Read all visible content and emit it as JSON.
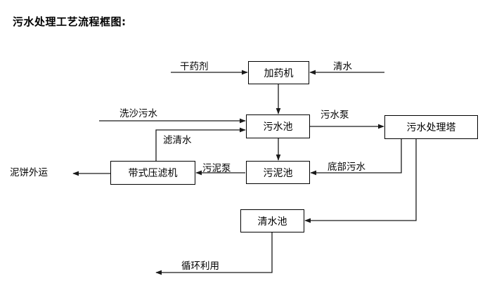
{
  "document": {
    "title": "污水处理工艺流程框图:"
  },
  "nodes": [
    {
      "id": "dosing-machine",
      "label": "加药机"
    },
    {
      "id": "sewage-pool",
      "label": "污水池"
    },
    {
      "id": "sewage-treatment-tower",
      "label": "污水处理塔"
    },
    {
      "id": "sludge-pool",
      "label": "污泥池"
    },
    {
      "id": "belt-filter-press",
      "label": "带式压滤机"
    },
    {
      "id": "clean-water-pool",
      "label": "清水池"
    }
  ],
  "edge_labels": [
    {
      "id": "dry-agent",
      "label": "干药剂"
    },
    {
      "id": "clean-water-in",
      "label": "清水"
    },
    {
      "id": "sand-washing-sewage",
      "label": "洗沙污水"
    },
    {
      "id": "filtered-clear-water",
      "label": "滤清水"
    },
    {
      "id": "sewage-pump",
      "label": "污水泵"
    },
    {
      "id": "sludge-pump",
      "label": "污泥泵"
    },
    {
      "id": "bottom-sewage",
      "label": "底部污水"
    },
    {
      "id": "mud-cake-output",
      "label": "泥饼外运"
    },
    {
      "id": "recycle-reuse",
      "label": "循环利用"
    }
  ],
  "colors": {
    "stroke": "#1a1a1a",
    "box_border": "#000000",
    "text": "#000000",
    "background": "#ffffff"
  }
}
